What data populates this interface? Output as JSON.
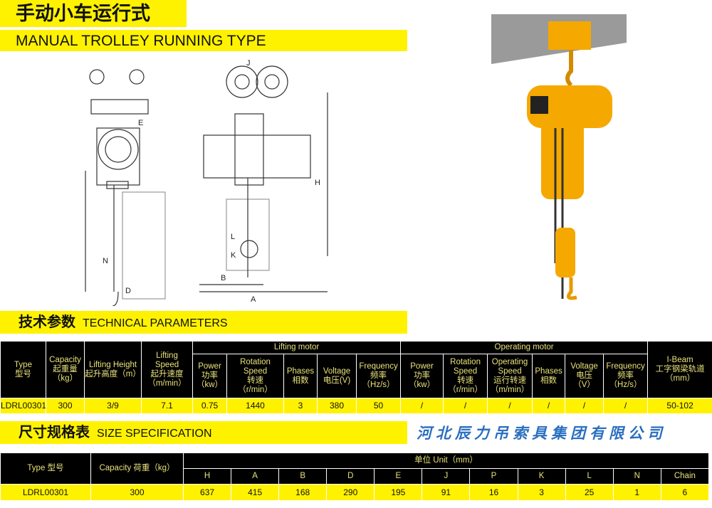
{
  "header": {
    "title_cn": "手动小车运行式",
    "title_en": "MANUAL TROLLEY RUNNING TYPE"
  },
  "drawing": {
    "labels": [
      "E",
      "J",
      "H",
      "N",
      "D",
      "B",
      "A",
      "L",
      "K"
    ]
  },
  "colors": {
    "accent": "#fff200",
    "header_bg": "#000000",
    "header_text": "#e9e27a",
    "hoist": "#f5a800",
    "watermark": "#2a6fc0"
  },
  "tech": {
    "section_cn": "技术参数",
    "section_en": "TECHNICAL PARAMETERS",
    "group_lifting": "Lifting motor",
    "group_operating": "Operating motor",
    "headers": [
      "Type\n型号",
      "Capacity\n起重量\n（kg）",
      "Lifting Height\n起升高度（m）",
      "Lifting\nSpeed\n起升速度\n（m/min）",
      "Power\n功率\n（kw）",
      "Rotation\nSpeed\n转速\n（r/min）",
      "Phases\n相数",
      "Voltage\n电压(V)",
      "Frequency\n频率\n（Hz/s）",
      "Power\n功率\n（kw）",
      "Rotation\nSpeed\n转速\n（r/min）",
      "Operating\nSpeed\n运行转速\n（m/min）",
      "Phases\n相数",
      "Voltage\n电压\n（V）",
      "Frequency\n频率\n（Hz/s）",
      "I-Beam\n工字钢梁轨道\n（mm）"
    ],
    "row": [
      "LDRL00301",
      "300",
      "3/9",
      "7.1",
      "0.75",
      "1440",
      "3",
      "380",
      "50",
      "/",
      "/",
      "/",
      "/",
      "/",
      "/",
      "50-102"
    ]
  },
  "size": {
    "section_cn": "尺寸规格表",
    "section_en": "SIZE SPECIFICATION",
    "type_header": "Type  型号",
    "capacity_header": "Capacity  荷重（kg）",
    "unit_header": "单位 Unit（mm）",
    "headers": [
      "H",
      "A",
      "B",
      "D",
      "E",
      "J",
      "P",
      "K",
      "L",
      "N",
      "Chain"
    ],
    "row_type": "LDRL00301",
    "row_capacity": "300",
    "row": [
      "637",
      "415",
      "168",
      "290",
      "195",
      "91",
      "16",
      "3",
      "25",
      "1",
      "6"
    ]
  },
  "watermark": "河北辰力吊索具集团有限公司"
}
